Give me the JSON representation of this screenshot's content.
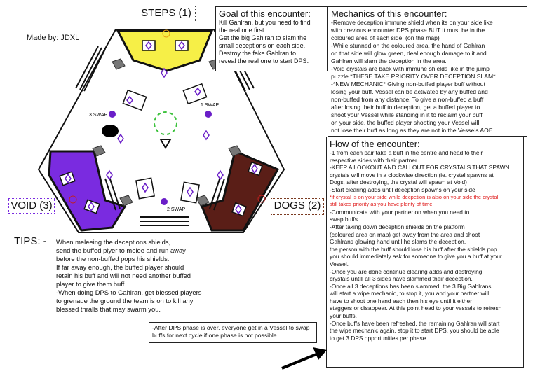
{
  "labels": {
    "steps": "STEPS (1)",
    "void": "VOID (3)",
    "dogs": "DOGS (2)",
    "made_by": "Made by: JDXL",
    "swap_1": "1 SWAP",
    "swap_2": "2 SWAP",
    "swap_3": "3 SWAP"
  },
  "goal": {
    "title": "Goal of this encounter:",
    "body": "Kill Gahlran, but you need to find\nthe real one first.\nGet the big Gahlran to slam the\nsmall deceptions on each side.\n  Destroy the fake Gahlran to\nreveal the real one to start DPS."
  },
  "mechanics": {
    "title": "Mechanics of this encounter:",
    "body": "-Remove deception immune shield when its on your side like\nwith previous encounter DPS phase BUT it must be in the\ncoloured area of each side. (on the map)\n-While stunned on the coloured area, the hand of Gahlran\non that side will glow green, deal enough damage to it and\nGahlran will slam the deception in the area.\n-Void crystals are back with immune shields like in the jump\npuzzle *THESE TAKE PRIORITY OVER DECEPTION SLAM*\n-*NEW MECHANIC* Giving non-buffed player buff without\nlosing your buff.  Vessel can be activated by any buffed and\nnon-buffed from any distance. To give a non-buffed a buff\nafter losing their buff to deception, get a buffed player to\nshoot your Vessel while standing in it to reclaim your buff\non your side, the buffed player shooting your Vessel will\nnot lose their buff as long as they are not in the Vessels AOE."
  },
  "flow": {
    "title": "Flow of the encounter:",
    "body_a": "-1 from each pair take a buff in the centre and head to their\nrespective sides with their partner\n-KEEP A LOOKOUT AND CALLOUT FOR CRYSTALS THAT SPAWN\ncrystals will move in a clockwise direction (ie. crystal spawns at\nDogs, after destroying, the crystal will spawn at Void)\n-Start clearing adds until deception spawns on your side",
    "body_red": "*if crystal is on your side while decpetion is also on your side,the crystal\nstill takes priority as you have plenty of time.",
    "body_b": "-Communicate with your partner on when you need to\nswap buffs.\n-After taking down deception shields on the platform\n(coloured area on map) get away from the area and shoot\nGahlrans glowing hand until he slams the deception,\nthe person with the buff should lose his buff after the shields pop\nyou should immediately ask for someone to give you a buff at your\nVessel.\n-Once you are done continue clearing adds and destroying\ncrystals untill all 3 sides have slammed their deception.\n-Once all 3 deceptions has been slammed, the 3 Big Gahlrans\nwill start a wipe mechanic, to stop it, you and your partner will\nhave to shoot one hand each then his eye until it either\nstaggers or disappear. At this point head to your vessels to refresh\nyour buffs.\n-Once buffs have been refreshed, the remaining Gahlran will start\nthe wipe mechanic again, stop it to start DPS, you should be able\nto get 3 DPS opportunities per phase."
  },
  "tips": {
    "heading": "TIPS: -",
    "body": "When meleeing the deceptions shields,\nsend the buffed plyer to melee and run away\nbefore the non-buffed pops his shields.\nIf far away enough, the buffed player should\nretain his buff and will not need another buffed\nplayer to give them buff.\n-When doing DPS to Gahlran, get blessed players\nto grenade the ground the team is on to kill any\nblessed thralls that may swarm you."
  },
  "note": {
    "body": "-After DPS phase is over, everyone get in a Vessel to swap\nbuffs for next cycle if one phase is not possible"
  },
  "colors": {
    "steps": "#f6ef47",
    "void": "#7a2be0",
    "dogs": "#5a1e17",
    "purple_marker": "#6a1ec8",
    "green_ring": "#3ec23e",
    "red_text": "#e02020"
  }
}
